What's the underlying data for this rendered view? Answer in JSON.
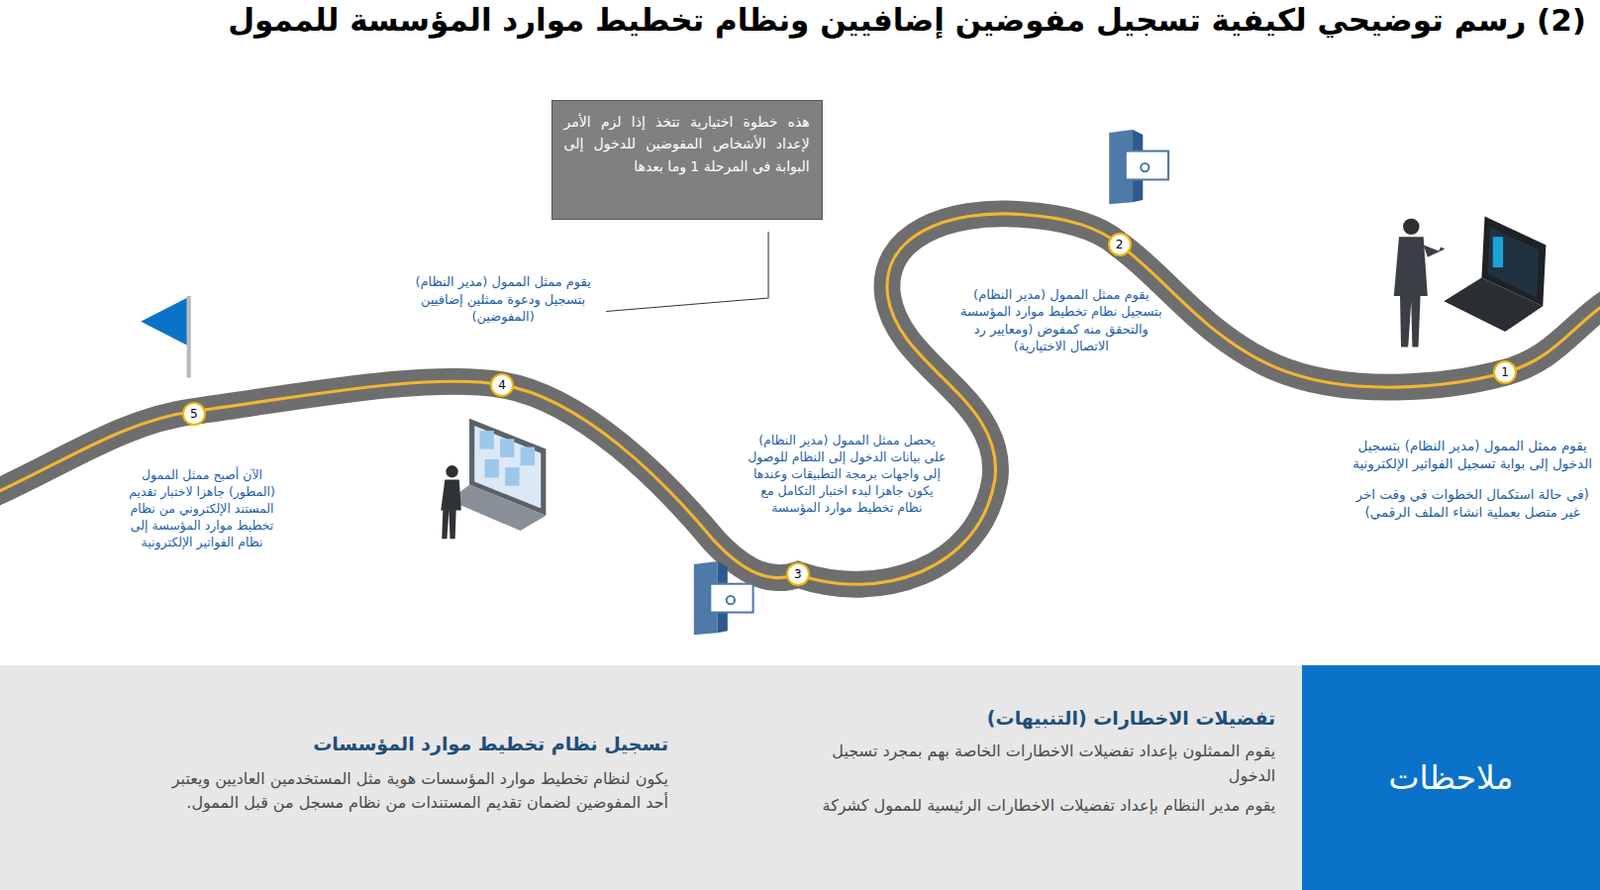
{
  "diagram": {
    "title": "(2) رسم توضيحي لكيفية تسجيل مفوضين إضافيين ونظام تخطيط موارد المؤسسة للممول",
    "nodes": [
      {
        "text": [
          "1"
        ]
      },
      {
        "text": [
          "2"
        ]
      },
      {
        "text": [
          "3"
        ]
      },
      {
        "text": [
          "4"
        ]
      },
      {
        "text": [
          "5"
        ]
      },
      {
        "text": [
          "هذه خطوة اختيارية تتخذ إذا لزم الأمر لإعداد الأشخاص المفوضين للدخول إلى البوابة في المرحلة 1 وما بعدها"
        ]
      },
      {
        "text": [
          "تفضيلات الاخطارات (التنبيهات)",
          "يقوم الممثلون بإعداد تفضيلات الاخطارات الخاصة بهم بمجرد تسجيل الدخول",
          "يقوم مدير النظام بإعداد تفضيلات الاخطارات الرئيسية للممول كشركة",
          "تسجيل نظام تخطيط موارد المؤسسات",
          "يكون لنظام تخطيط موارد المؤسسات هوية مثل المستخدمين العاديين ويعتبر أحد المفوضين لضمان تقديم المستندات من نظام مسجل من قبل الممول."
        ]
      },
      {
        "text": [
          "ملاحظات"
        ]
      }
    ],
    "labels": [
      "يقوم ممثل الممول (مدير النظام) بتسجيل الدخول إلى بوابة تسجيل الفواتير الإلكترونية",
      "(في حالة استكمال الخطوات في وقت اخر غير متصل بعملية انشاء الملف الرقمي)",
      "يقوم ممثل الممول (مدير النظام) بتسجيل نظام تخطيط موارد المؤسسة والتحقق منه كمفوض (ومعايير رد الاتصال الاختيارية)",
      "يحصل ممثل الممول (مدير النظام) على بيانات الدخول إلى النظام للوصول إلى واجهات برمجة التطبيقات وعندها يكون جاهزا لبدء اختبار التكامل مع نظام تخطيط موارد المؤسسة",
      "يقوم ممثل الممول (مدير النظام) بتسجيل ودعوة ممثلين إضافيين (المفوضين)",
      "الآن أصبح ممثل الممول (المطور) جاهزا لاختبار تقديم المستند الإلكتروني من نظام تخطيط موارد المؤسسة إلى نظام الفواتير الإلكترونية"
    ]
  }
}
